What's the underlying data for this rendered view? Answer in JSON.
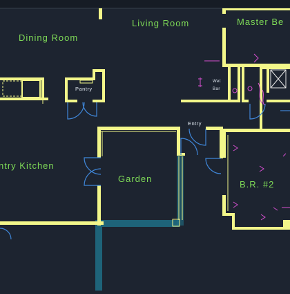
{
  "labels": {
    "dining_room": "Dining Room",
    "living_room": "Living Room",
    "master_bed": "Master Be",
    "pantry": "Pantry",
    "wet_bar_line1": "Wet",
    "wet_bar_line2": "Bar",
    "entry": "Entry",
    "pantry_kitchen": "ntry Kitchen",
    "garden": "Garden",
    "bedroom_2": "B.R. #2"
  },
  "colors": {
    "background": "#1d2430",
    "wall": "#f3f78a",
    "room_label": "#7ed957",
    "door_swing": "#3f86d8",
    "electrical": "#d64fd0",
    "hatch": "#2aa3b8",
    "grid_top": "#35404d"
  }
}
